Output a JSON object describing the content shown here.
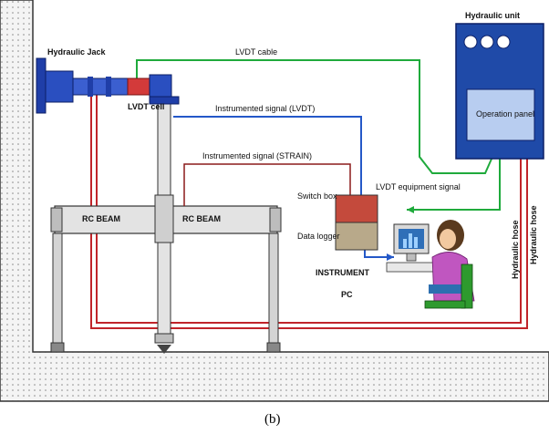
{
  "labels": {
    "hydraulic_jack": "Hydraulic Jack",
    "hydraulic_unit": "Hydraulic unit",
    "operation_panel": "Operation panel",
    "lvdt_cell": "LVDT cell",
    "lvdt_cable": "LVDT cable",
    "strain_signal_top": "Instrumented signal (LVDT)",
    "strain_signal_mid": "Instrumented signal (STRAIN)",
    "lvdt_equipment_note": "LVDT equipment signal",
    "switch_box": "Switch box",
    "data_logger": "Data logger",
    "beam_left": "RC BEAM",
    "beam_right": "RC BEAM",
    "pc_label_top": "INSTRUMENT",
    "pc_label": "PC",
    "hose_1": "Hydraulic hose",
    "hose_2": "Hydraulic hose",
    "caption": "(b)"
  },
  "colors": {
    "green_line": "#1faa3c",
    "blue_line": "#2458c8",
    "red_line": "#c0242a",
    "dark_red_line": "#8b1a1a",
    "jack_blue": "#1f3ea8",
    "unit_blue": "#1f4aa8",
    "panel_fill": "#b8cdf0",
    "beam_fill": "#e3e3e3",
    "ground_fill": "#f2f2f2",
    "switch_box_fill": "#c44a3c",
    "logger_fill": "#b8a98a",
    "pc_body": "#d9d9d9",
    "person_shirt": "#c056c0"
  }
}
